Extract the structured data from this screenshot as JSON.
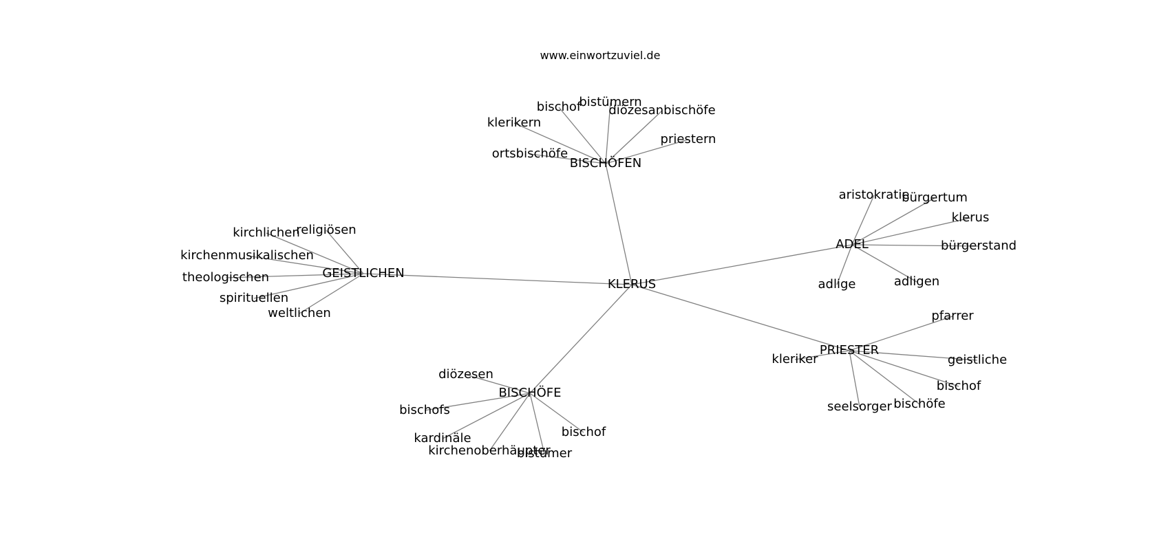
{
  "header": {
    "site": "www.einwortzuviel.de"
  },
  "graph": {
    "edge_color": "#808080",
    "text_color": "#000000",
    "root": "KLERUS",
    "hubs": [
      {
        "label": "BISCHÖFEN",
        "leaves": [
          "bischof",
          "bistümern",
          "diözesanbischöfe",
          "klerikern",
          "priestern",
          "ortsbischöfe"
        ]
      },
      {
        "label": "ADEL",
        "leaves": [
          "aristokratie",
          "bürgertum",
          "klerus",
          "bürgerstand",
          "adlige",
          "adligen"
        ]
      },
      {
        "label": "GEISTLICHEN",
        "leaves": [
          "kirchlichen",
          "religiösen",
          "kirchenmusikalischen",
          "theologischen",
          "spirituellen",
          "weltlichen"
        ]
      },
      {
        "label": "BISCHÖFE",
        "leaves": [
          "diözesen",
          "bischofs",
          "kardinäle",
          "kirchenoberhäupter",
          "bistümer",
          "bischof"
        ]
      },
      {
        "label": "PRIESTER",
        "leaves": [
          "pfarrer",
          "kleriker",
          "geistliche",
          "bischof",
          "seelsorger",
          "bischöfe"
        ]
      }
    ]
  }
}
